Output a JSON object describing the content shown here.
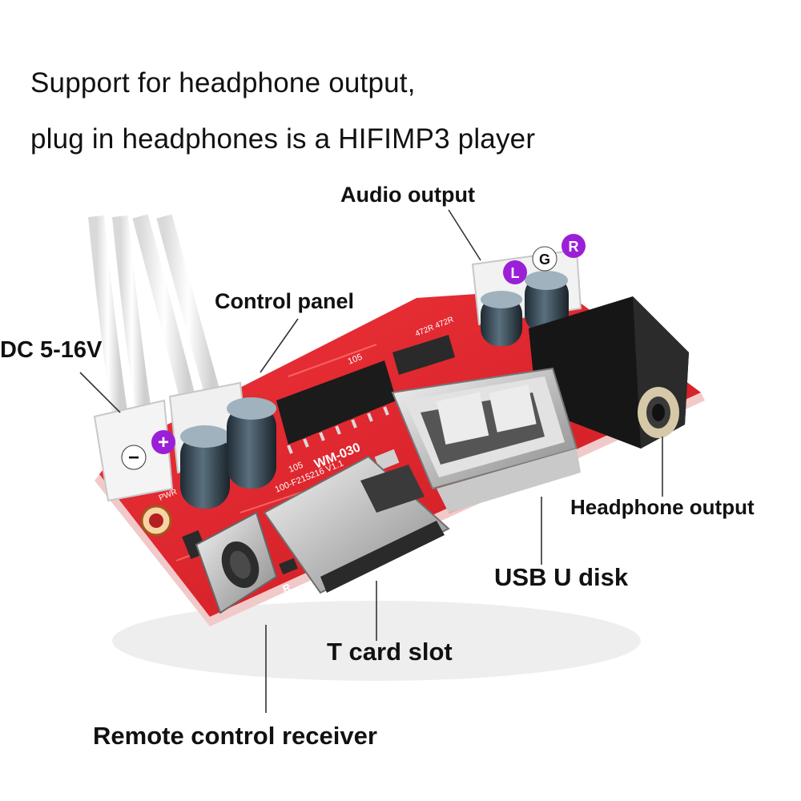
{
  "headline": {
    "line1": "Support for headphone output,",
    "line2": "plug in headphones is a HIFIMP3 player"
  },
  "callouts": {
    "audio_output": "Audio output",
    "control_panel": "Control panel",
    "dc_power": "DC 5-16V",
    "headphone_output": "Headphone output",
    "usb_disk": "USB U disk",
    "t_card_slot": "T card slot",
    "remote_receiver": "Remote control receiver"
  },
  "pin_badges": {
    "left": "L",
    "ground": "G",
    "right": "R",
    "minus": "−",
    "plus": "+"
  },
  "silkscreen": {
    "board_model": "WM-030",
    "board_date": "100-F215216 V1.1",
    "cap_code": "105",
    "cap_code_2": "105",
    "power_marking": "PWR",
    "res_marking": "472R 472R",
    "r_marking": "R"
  },
  "colors": {
    "board_red": "#e3232b",
    "badge_purple": "#9b1fd6",
    "badge_white": "#ffffff",
    "text": "#111111"
  }
}
